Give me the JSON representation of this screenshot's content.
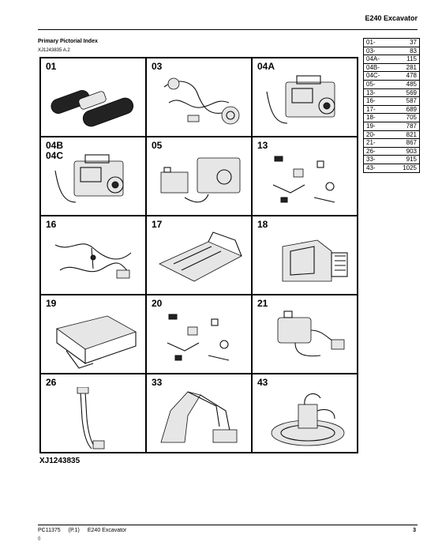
{
  "header": {
    "title": "E240 Excavator"
  },
  "section": {
    "title": "Primary Pictorial Index",
    "code": "XJ1243835 A.2"
  },
  "cells": [
    {
      "label": "01",
      "art": "tracks"
    },
    {
      "label": "03",
      "art": "harness"
    },
    {
      "label": "04A",
      "art": "engine"
    },
    {
      "label": "04B\n04C",
      "art": "engine"
    },
    {
      "label": "05",
      "art": "battery"
    },
    {
      "label": "13",
      "art": "parts"
    },
    {
      "label": "16",
      "art": "wiring"
    },
    {
      "label": "17",
      "art": "floor"
    },
    {
      "label": "18",
      "art": "cab"
    },
    {
      "label": "19",
      "art": "frame"
    },
    {
      "label": "20",
      "art": "parts"
    },
    {
      "label": "21",
      "art": "tank"
    },
    {
      "label": "26",
      "art": "cable"
    },
    {
      "label": "33",
      "art": "boom"
    },
    {
      "label": "43",
      "art": "swing"
    }
  ],
  "page_index": [
    {
      "section": "01-",
      "page": "37"
    },
    {
      "section": "03-",
      "page": "83"
    },
    {
      "section": "04A-",
      "page": "115"
    },
    {
      "section": "04B-",
      "page": "281"
    },
    {
      "section": "04C-",
      "page": "478"
    },
    {
      "section": "05-",
      "page": "485"
    },
    {
      "section": "13-",
      "page": "569"
    },
    {
      "section": "16-",
      "page": "587"
    },
    {
      "section": "17-",
      "page": "689"
    },
    {
      "section": "18-",
      "page": "705"
    },
    {
      "section": "19-",
      "page": "787"
    },
    {
      "section": "20-",
      "page": "821"
    },
    {
      "section": "21-",
      "page": "867"
    },
    {
      "section": "26-",
      "page": "903"
    },
    {
      "section": "33-",
      "page": "915"
    },
    {
      "section": "43-",
      "page": "1025"
    }
  ],
  "figure_id": "XJ1243835",
  "footer": {
    "doc": "PC11375",
    "part": "(P.1)",
    "model": "E240 Excavator",
    "page": "3",
    "mark": "()"
  }
}
